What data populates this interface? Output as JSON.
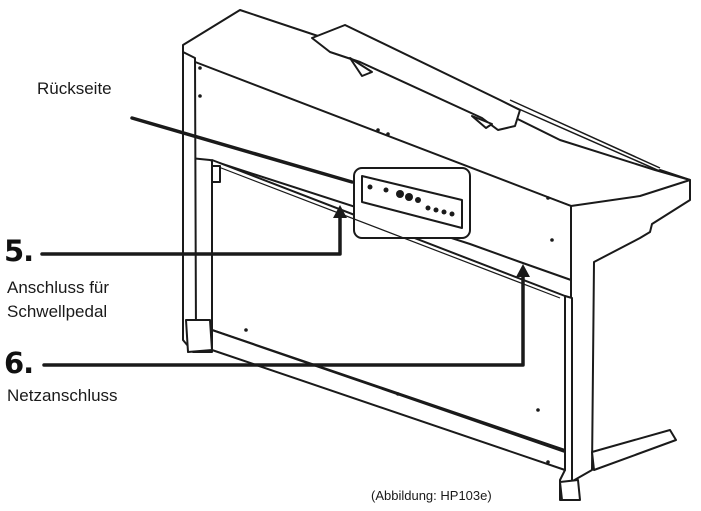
{
  "labels": {
    "rear_side": "Rückseite",
    "callout_5_number": "5.",
    "callout_5_line1": "Anschluss für",
    "callout_5_line2": "Schwellpedal",
    "callout_6_number": "6.",
    "callout_6_line1": "Netzanschluss"
  },
  "caption": "(Abbildung: HP103e)",
  "colors": {
    "line": "#1a1a1a",
    "fill": "#ffffff"
  }
}
